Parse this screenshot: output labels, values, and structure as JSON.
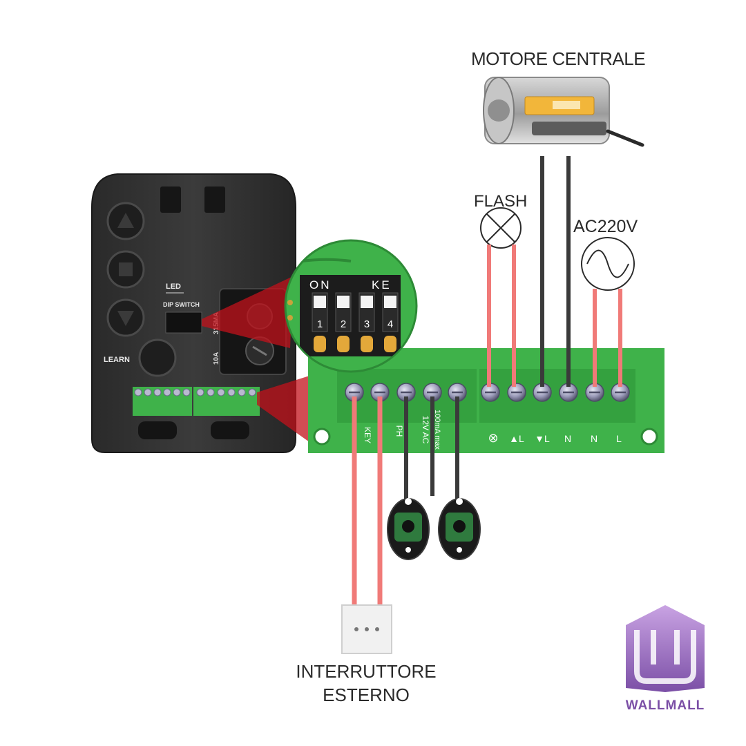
{
  "labels": {
    "motor": "MOTORE CENTRALE",
    "flash": "FLASH",
    "ac": "AC220V",
    "switch": "INTERRUTTORE ESTERNO",
    "brand": "WALLMALL"
  },
  "receiver": {
    "led": "LED",
    "dip_switch": "DIP SWITCH",
    "learn": "LEARN",
    "fuse_small": "315MA",
    "fuse_main": "10A"
  },
  "dip_zoom": {
    "on": "ON",
    "ke": "KE",
    "switches": [
      "1",
      "2",
      "3",
      "4"
    ]
  },
  "terminal": {
    "labels": [
      "KEY",
      "PH",
      "12V AC",
      "100mA max",
      "⊗",
      "▲L",
      "▼L",
      "N",
      "N",
      "L"
    ]
  },
  "colors": {
    "board": "#3fb24a",
    "wire_red": "#f07a78",
    "wire_dark": "#3a3a3a",
    "brand": "#7b4fa6"
  }
}
